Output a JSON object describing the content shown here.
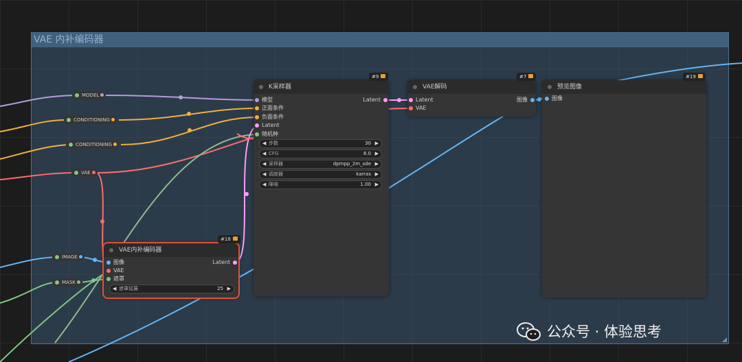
{
  "group": {
    "title": "VAE 内补编码器"
  },
  "reroutes": {
    "model": "MODEL",
    "cond1": "CONDITIONING",
    "cond2": "CONDITIONING",
    "vae": "VAE",
    "image": "IMAGE",
    "mask": "MASK"
  },
  "ksampler": {
    "title": "K采样器",
    "id": "#9",
    "inputs": [
      "模型",
      "正面条件",
      "负面条件",
      "Latent",
      "随机种"
    ],
    "output": "Latent",
    "widgets": [
      {
        "label": "步数",
        "value": "30"
      },
      {
        "label": "CFG",
        "value": "8.0"
      },
      {
        "label": "采样器",
        "value": "dpmpp_2m_sde"
      },
      {
        "label": "调度器",
        "value": "karras"
      },
      {
        "label": "降噪",
        "value": "1.00"
      }
    ]
  },
  "vaedecode": {
    "title": "VAE解码",
    "id": "#7",
    "inputs": [
      "Latent",
      "VAE"
    ],
    "output": "图像"
  },
  "preview": {
    "title": "预览图像",
    "id": "#19",
    "input": "图像"
  },
  "vaeinpaint": {
    "title": "VAE内补编码器",
    "id": "#18",
    "inputs": [
      "图像",
      "VAE",
      "遮罩"
    ],
    "output": "Latent",
    "widget": {
      "label": "遮罩延展",
      "value": "25"
    }
  },
  "watermark": {
    "text": "公众号 · 体验思考"
  },
  "colors": {
    "model": "#b39ddb",
    "conditioning": "#f0b040",
    "vae": "#ff6e6e",
    "image": "#64b5f6",
    "mask": "#81c784",
    "latent": "#ff9cf9",
    "selected": "#e0523c"
  }
}
